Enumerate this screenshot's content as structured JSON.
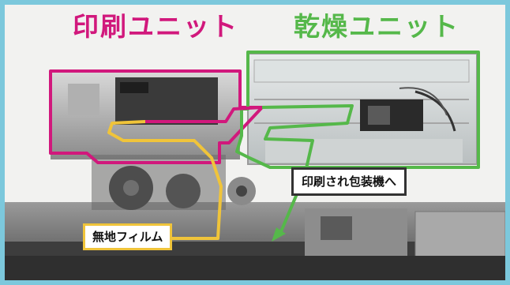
{
  "headings": {
    "print_unit": "印刷ユニット",
    "dry_unit": "乾燥ユニット"
  },
  "callouts": {
    "output": "印刷され包装機へ",
    "raw_film": "無地フィルム"
  },
  "colors": {
    "print_unit": "#d1187c",
    "dry_unit": "#55b84a",
    "raw_film_path": "#f0c43a",
    "frame": "#7cc8dc"
  }
}
